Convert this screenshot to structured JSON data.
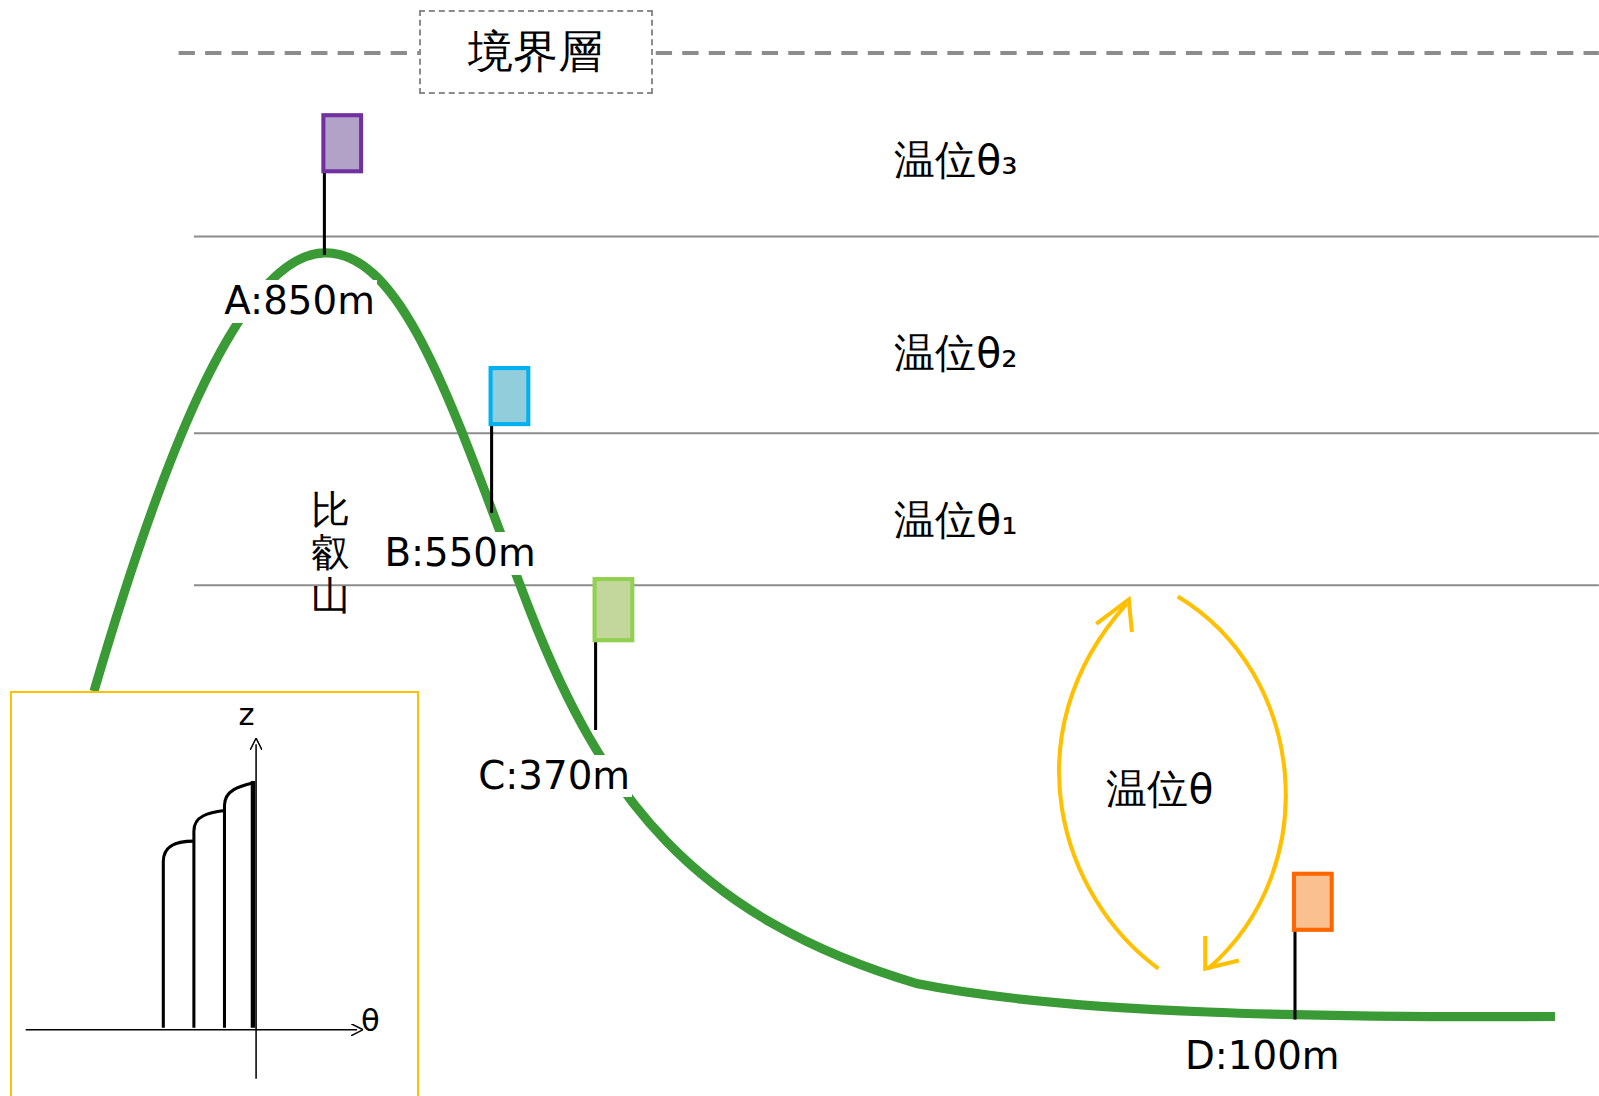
{
  "diagram": {
    "nodes": [
      {
        "text": [
          "境界層"
        ]
      },
      {
        "text": [
          "z",
          "θ"
        ]
      }
    ],
    "labels": [
      "温位θ₃",
      "温位θ₂",
      "温位θ₁",
      "温位θ",
      "A:850m",
      "B:550m",
      "C:370m",
      "D:100m",
      "比叡山"
    ]
  }
}
